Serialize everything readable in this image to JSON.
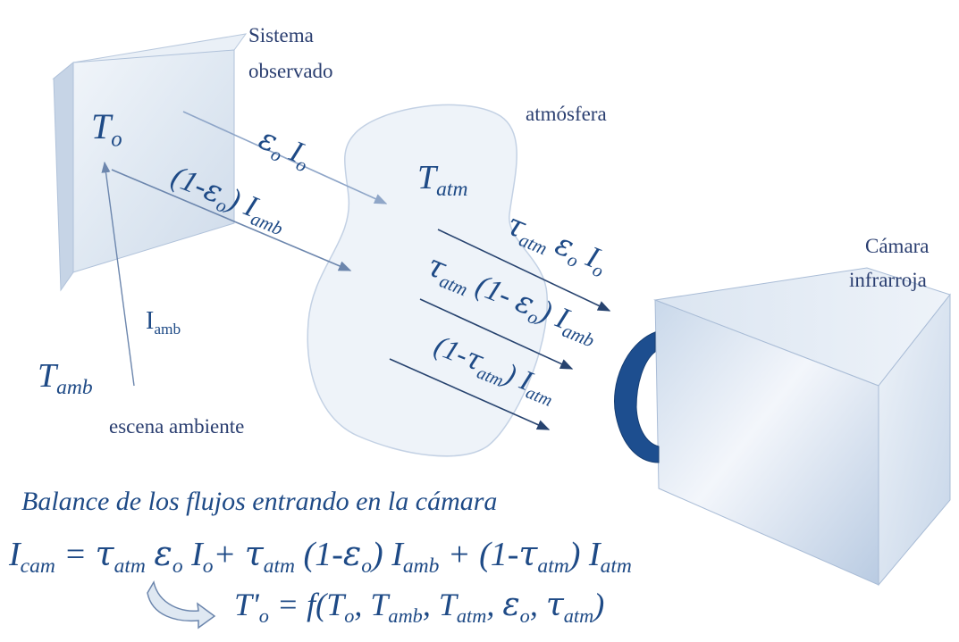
{
  "labels": {
    "observed_system_line1": "Sistema",
    "observed_system_line2": "observado",
    "atmosphere": "atmósfera",
    "camera_line1": "Cámara",
    "camera_line2": "infrarroja",
    "ambient_scene": "escena ambiente"
  },
  "symbols": {
    "T_o": {
      "base": "T",
      "sub": "o"
    },
    "T_atm": {
      "base": "T",
      "sub": "atm"
    },
    "T_amb": {
      "base": "T",
      "sub": "amb"
    },
    "I_amb_arrow": {
      "base": "I",
      "sub": "amb"
    }
  },
  "fluxes": {
    "emitted": {
      "eps": "ε",
      "eps_sub": "o",
      "I": "I",
      "I_sub": "o"
    },
    "reflected": {
      "pre": "(1-",
      "eps": "ε",
      "eps_sub": "o",
      "post": ")",
      "I": "I",
      "I_sub": "amb"
    },
    "transmitted_emitted": {
      "tau": "τ",
      "tau_sub": "atm",
      "eps": "ε",
      "eps_sub": "o",
      "I": "I",
      "I_sub": "o"
    },
    "transmitted_reflected": {
      "tau": "τ",
      "tau_sub": "atm",
      "pre": "(1- ",
      "eps": "ε",
      "eps_sub": "o",
      "post": ")",
      "I": "I",
      "I_sub": "amb"
    },
    "atmospheric": {
      "pre": "(1-",
      "tau": "τ",
      "tau_sub": "atm",
      "post": ")",
      "I": "I",
      "I_sub": "atm"
    }
  },
  "balance": {
    "title": "Balance de los flujos entrando en la cámara",
    "equation": {
      "lhs": "I",
      "lhs_sub": "cam",
      "eq": " = ",
      "t1_tau": "τ",
      "t1_tau_sub": "atm",
      "t1_eps": "ε",
      "t1_eps_sub": "o",
      "t1_I": "I",
      "t1_I_sub": "o",
      "plus1": "+ ",
      "t2_tau": "τ",
      "t2_tau_sub": "atm",
      "t2_pre": "(1-",
      "t2_eps": "ε",
      "t2_eps_sub": "o",
      "t2_post": ")",
      "t2_I": "I",
      "t2_I_sub": "amb",
      "plus2": " + ",
      "t3_pre": "(1-",
      "t3_tau": "τ",
      "t3_tau_sub": "atm",
      "t3_post": ")",
      "t3_I": "I",
      "t3_I_sub": "atm"
    },
    "result": {
      "lhs": "T'",
      "lhs_sub": "o",
      "eq": " = f(",
      "a1": "T",
      "a1_sub": "o",
      "sep1": ", ",
      "a2": "T",
      "a2_sub": "amb",
      "sep2": ", ",
      "a3": "T",
      "a3_sub": "atm",
      "sep3": ", ",
      "a4": "ε",
      "a4_sub": "o",
      "sep4": ", ",
      "a5": "τ",
      "a5_sub": "atm",
      "close": ")"
    }
  },
  "colors": {
    "text": "#1e4a86",
    "arrow": "#8fa6c8",
    "arrow_dark": "#27436f",
    "cloud_fill": "#eef3f9",
    "cloud_stroke": "#c3d1e4",
    "lens": "#1d4e8f"
  }
}
